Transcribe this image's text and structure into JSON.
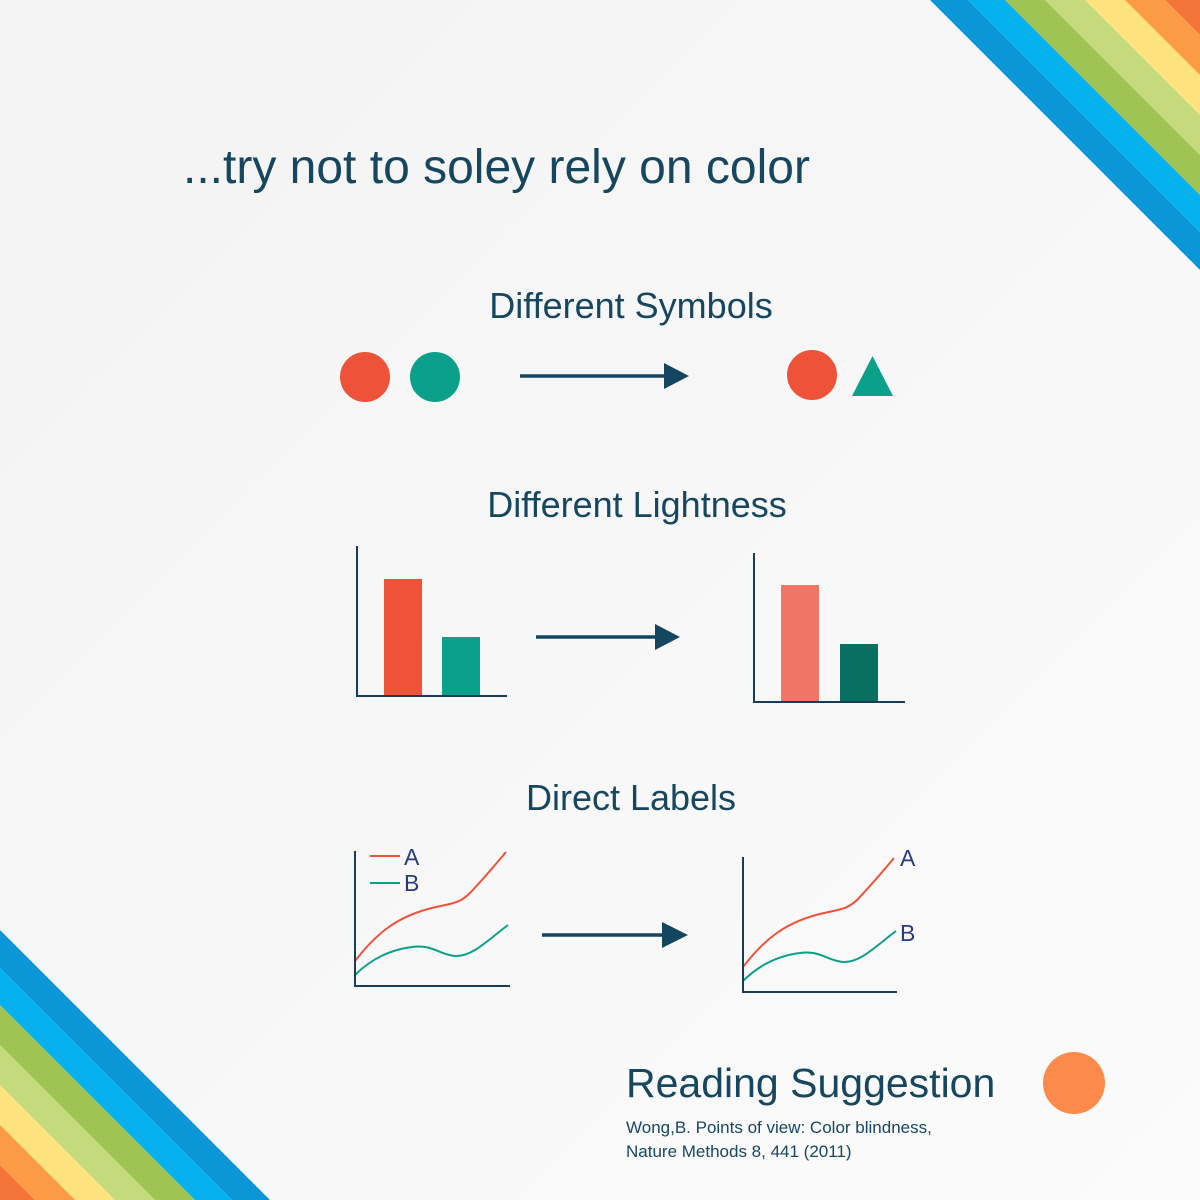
{
  "title": "...try not to soley rely on color",
  "symbols": {
    "heading": "Different Symbols"
  },
  "lightness": {
    "heading": "Different Lightness"
  },
  "direct_labels": {
    "heading": "Direct Labels",
    "legend": [
      {
        "label": "A"
      },
      {
        "label": "B"
      }
    ],
    "line_labels": [
      {
        "label": "A"
      },
      {
        "label": "B"
      }
    ]
  },
  "reading": {
    "heading": "Reading Suggestion",
    "citation": [
      "Wong,B. Points of view: Color blindness,",
      "Nature Methods 8, 441 (2011)"
    ]
  },
  "colors": {
    "background": "#f7f7f7",
    "text": "#17465f",
    "arrow": "#15465f",
    "axis": "#1a3d57",
    "label": "#2a3b7b",
    "red": "#ee533a",
    "teal": "#0aa089",
    "light_red": "#f07567",
    "dark_teal": "#07705f",
    "orange_dot": "#fc8a4a"
  },
  "rainbow_stripes": [
    "#0b96d7",
    "#04b0ee",
    "#9fc454",
    "#c5da7c",
    "#fde27d",
    "#fb9b46",
    "#f4743a"
  ]
}
